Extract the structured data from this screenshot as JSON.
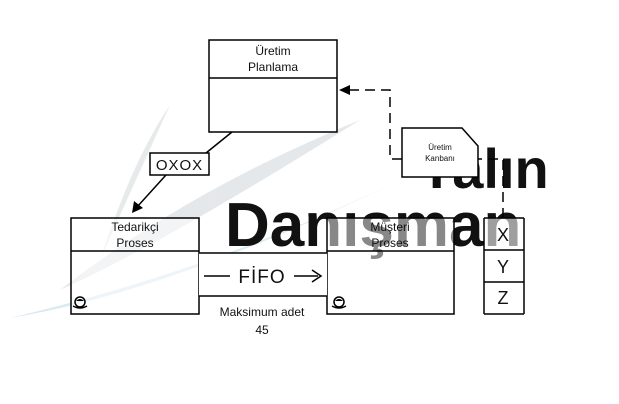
{
  "watermark": {
    "line1": "Yalın",
    "line2": "Danışman",
    "logo": "swoosh-logo"
  },
  "planning": {
    "title_line1": "Üretim",
    "title_line2": "Planlama"
  },
  "schedule_box": {
    "text": "OXOX"
  },
  "kanban": {
    "line1": "Üretim",
    "line2": "Kanbanı"
  },
  "supplier": {
    "title_line1": "Tedarikçi",
    "title_line2": "Proses",
    "icon": "operator-icon"
  },
  "customer": {
    "title_line1": "Müşteri",
    "title_line2": "Proses",
    "icon": "operator-icon"
  },
  "fifo": {
    "label": "FİFO",
    "max_label": "Maksimum adet",
    "max_value": "45"
  },
  "kanban_post": {
    "items": [
      "X",
      "Y",
      "Z"
    ]
  }
}
